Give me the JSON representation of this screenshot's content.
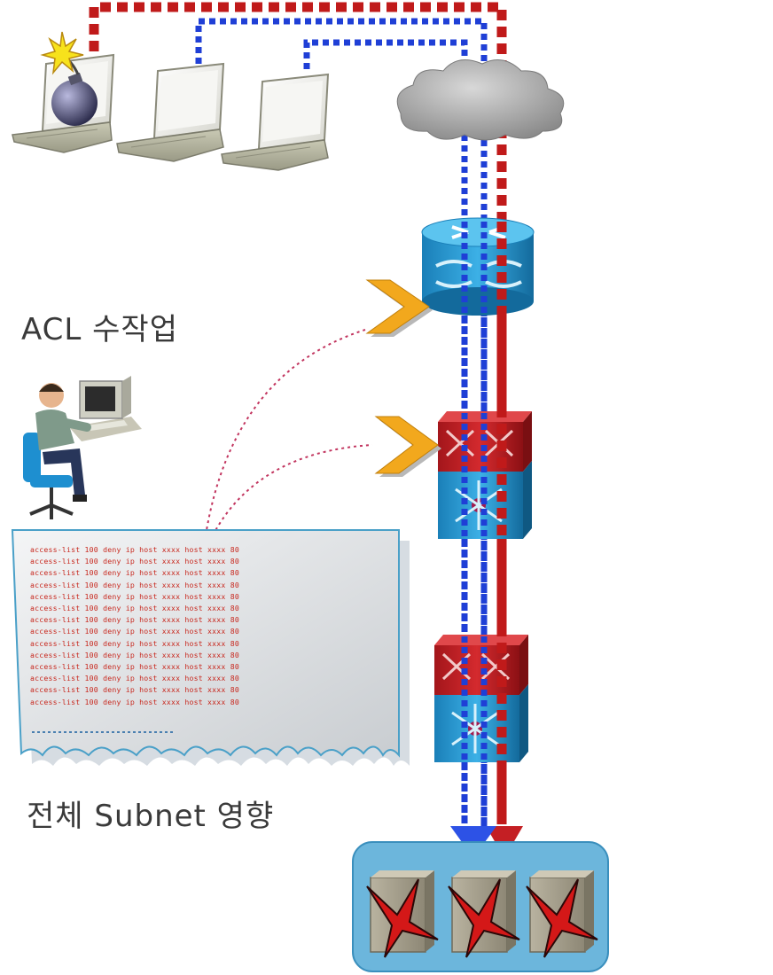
{
  "labels": {
    "acl_manual": "ACL 수작업",
    "subnet_impact": "전체 Subnet 영향"
  },
  "log_lines": [
    "access-list 100 deny ip host xxxx host xxxx 80",
    "access-list 100 deny ip host xxxx host xxxx 80",
    "access-list 100 deny ip host xxxx host xxxx 80",
    "access-list 100 deny ip host xxxx host xxxx 80",
    "access-list 100 deny ip host xxxx host xxxx 80",
    "access-list 100 deny ip host xxxx host xxxx 80",
    "access-list 100 deny ip host xxxx host xxxx 80",
    "access-list 100 deny ip host xxxx host xxxx 80",
    "access-list 100 deny ip host xxxx host xxxx 80",
    "access-list 100 deny ip host xxxx host xxxx 80",
    "access-list 100 deny ip host xxxx host xxxx 80",
    "access-list 100 deny ip host xxxx host xxxx 80",
    "access-list 100 deny ip host xxxx host xxxx 80",
    "access-list 100 deny ip host xxxx host xxxx 80"
  ],
  "colors": {
    "attack_path": "#c01a1a",
    "normal_path": "#1f3fd6",
    "router": "#1f8fc8",
    "switch_top": "#c41f24",
    "switch_bottom": "#1f8fc8",
    "cloud": "#9a9a9a",
    "server_group_bg": "#6cb6dc",
    "chevron": "#f2a81d",
    "log_text": "#c8281e"
  },
  "icons": [
    "bomb-icon",
    "laptop-icon",
    "cloud-icon",
    "router-icon",
    "switch-icon",
    "chevron-icon",
    "admin-workstation-icon",
    "server-failed-icon"
  ]
}
